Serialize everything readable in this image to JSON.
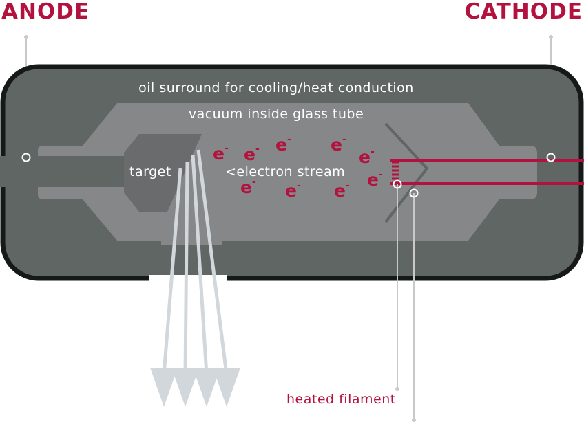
{
  "labels": {
    "anode": "ANODE",
    "cathode": "CATHODE",
    "oil": "oil surround for cooling/heat conduction",
    "vacuum": "vacuum inside glass tube",
    "target": "target",
    "electron_stream": "<electron stream",
    "filament": "heated filament"
  },
  "electron": {
    "base": "e",
    "charge": "-"
  },
  "colors": {
    "accent": "#b3123e",
    "housing": "#5f6663",
    "housing_border": "#151a18",
    "glass": "#858789",
    "target": "#6a6b6d",
    "xray": "#d2d7dc",
    "callout": "#c9c9c9"
  }
}
